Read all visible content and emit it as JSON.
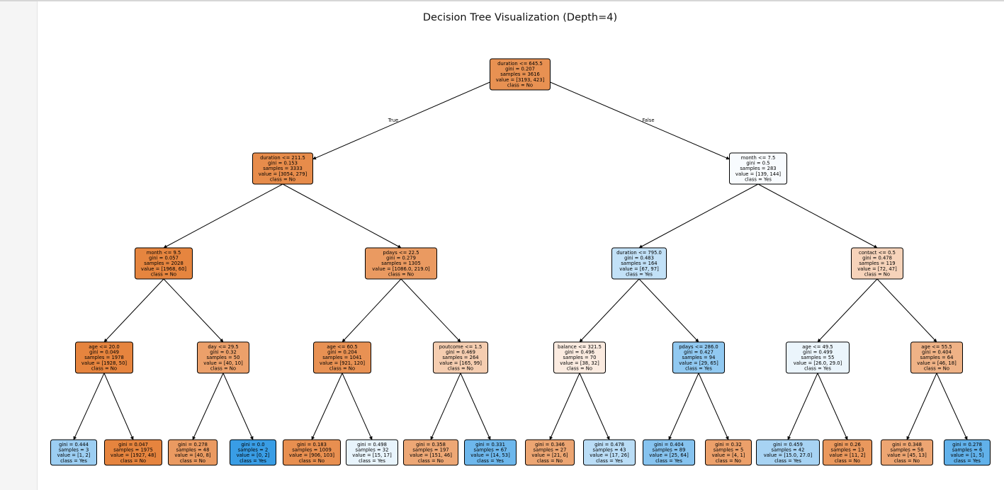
{
  "title": "Decision Tree Visualization (Depth=4)",
  "colors": {
    "orange": "#e58139",
    "blue": "#399de5",
    "edge": "#000000"
  },
  "edge_labels": {
    "true_label": "True",
    "false_label": "False"
  },
  "nodes": [
    {
      "id": "n0",
      "lines": [
        "duration <= 645.5",
        "gini = 0.207",
        "samples = 3616",
        "value = [3193, 423]",
        "class = No"
      ],
      "fill": "#e89152"
    },
    {
      "id": "n1",
      "lines": [
        "duration <= 211.5",
        "gini = 0.153",
        "samples = 3333",
        "value = [3054, 279]",
        "class = No"
      ],
      "fill": "#e78c4b"
    },
    {
      "id": "n2",
      "lines": [
        "month <= 9.5",
        "gini = 0.057",
        "samples = 2028",
        "value = [1968, 60]",
        "class = No"
      ],
      "fill": "#e6853f"
    },
    {
      "id": "n3",
      "lines": [
        "age <= 20.0",
        "gini = 0.049",
        "samples = 1978",
        "value = [1928, 50]",
        "class = No"
      ],
      "fill": "#e6843e"
    },
    {
      "id": "n4",
      "lines": [
        "gini = 0.444",
        "samples = 3",
        "value = [1, 2]",
        "class = Yes"
      ],
      "fill": "#9ccef2"
    },
    {
      "id": "n5",
      "lines": [
        "gini = 0.047",
        "samples = 1975",
        "value = [1927, 48]",
        "class = No"
      ],
      "fill": "#e6843e"
    },
    {
      "id": "n6",
      "lines": [
        "day <= 29.5",
        "gini = 0.32",
        "samples = 50",
        "value = [40, 10]",
        "class = No"
      ],
      "fill": "#eca06a"
    },
    {
      "id": "n7",
      "lines": [
        "gini = 0.278",
        "samples = 48",
        "value = [40, 8]",
        "class = No"
      ],
      "fill": "#ea9a61"
    },
    {
      "id": "n8",
      "lines": [
        "gini = 0.0",
        "samples = 2",
        "value = [0, 2]",
        "class = Yes"
      ],
      "fill": "#399de5"
    },
    {
      "id": "n9",
      "lines": [
        "pdays <= 22.5",
        "gini = 0.279",
        "samples = 1305",
        "value = [1086.0, 219.0]",
        "class = No"
      ],
      "fill": "#ea9a61"
    },
    {
      "id": "n10",
      "lines": [
        "age <= 60.5",
        "gini = 0.204",
        "samples = 1041",
        "value = [921, 120]",
        "class = No"
      ],
      "fill": "#e89153"
    },
    {
      "id": "n11",
      "lines": [
        "gini = 0.183",
        "samples = 1009",
        "value = [906, 103]",
        "class = No"
      ],
      "fill": "#e88f50"
    },
    {
      "id": "n12",
      "lines": [
        "gini = 0.498",
        "samples = 32",
        "value = [15, 17]",
        "class = Yes"
      ],
      "fill": "#e8f4fc"
    },
    {
      "id": "n13",
      "lines": [
        "poutcome <= 1.5",
        "gini = 0.469",
        "samples = 264",
        "value = [165, 99]",
        "class = No"
      ],
      "fill": "#f5cdb0"
    },
    {
      "id": "n14",
      "lines": [
        "gini = 0.358",
        "samples = 197",
        "value = [151, 46]",
        "class = No"
      ],
      "fill": "#eda775"
    },
    {
      "id": "n15",
      "lines": [
        "gini = 0.331",
        "samples = 67",
        "value = [14, 53]",
        "class = Yes"
      ],
      "fill": "#6db7ec"
    },
    {
      "id": "n16",
      "lines": [
        "month <= 7.5",
        "gini = 0.5",
        "samples = 283",
        "value = [139, 144]",
        "class = Yes"
      ],
      "fill": "#f8fbfe"
    },
    {
      "id": "n17",
      "lines": [
        "duration <= 795.0",
        "gini = 0.483",
        "samples = 164",
        "value = [67, 97]",
        "class = Yes"
      ],
      "fill": "#c2e1f7"
    },
    {
      "id": "n18",
      "lines": [
        "balance <= 321.5",
        "gini = 0.496",
        "samples = 70",
        "value = [38, 32]",
        "class = No"
      ],
      "fill": "#fbebe0"
    },
    {
      "id": "n19",
      "lines": [
        "gini = 0.346",
        "samples = 27",
        "value = [21, 6]",
        "class = No"
      ],
      "fill": "#eca572"
    },
    {
      "id": "n20",
      "lines": [
        "gini = 0.478",
        "samples = 43",
        "value = [17, 26]",
        "class = Yes"
      ],
      "fill": "#baddf6"
    },
    {
      "id": "n21",
      "lines": [
        "pdays <= 286.0",
        "gini = 0.427",
        "samples = 94",
        "value = [29, 65]",
        "class = Yes"
      ],
      "fill": "#91c9f1"
    },
    {
      "id": "n22",
      "lines": [
        "gini = 0.404",
        "samples = 89",
        "value = [25, 64]",
        "class = Yes"
      ],
      "fill": "#86c3ef"
    },
    {
      "id": "n23",
      "lines": [
        "gini = 0.32",
        "samples = 5",
        "value = [4, 1]",
        "class = No"
      ],
      "fill": "#eca06a"
    },
    {
      "id": "n24",
      "lines": [
        "contact <= 0.5",
        "gini = 0.478",
        "samples = 119",
        "value = [72, 47]",
        "class = No"
      ],
      "fill": "#f6d3ba"
    },
    {
      "id": "n25",
      "lines": [
        "age <= 49.5",
        "gini = 0.499",
        "samples = 55",
        "value = [26.0, 29.0]",
        "class = Yes"
      ],
      "fill": "#ebf5fc"
    },
    {
      "id": "n26",
      "lines": [
        "gini = 0.459",
        "samples = 42",
        "value = [15.0, 27.0]",
        "class = Yes"
      ],
      "fill": "#a7d3f3"
    },
    {
      "id": "n27",
      "lines": [
        "gini = 0.26",
        "samples = 13",
        "value = [11, 2]",
        "class = No"
      ],
      "fill": "#ea985d"
    },
    {
      "id": "n28",
      "lines": [
        "age <= 55.5",
        "gini = 0.404",
        "samples = 64",
        "value = [46, 18]",
        "class = No"
      ],
      "fill": "#efb286"
    },
    {
      "id": "n29",
      "lines": [
        "gini = 0.348",
        "samples = 58",
        "value = [45, 13]",
        "class = No"
      ],
      "fill": "#eda572"
    },
    {
      "id": "n30",
      "lines": [
        "gini = 0.278",
        "samples = 6",
        "value = [1, 5]",
        "class = Yes"
      ],
      "fill": "#61b1ea"
    }
  ],
  "edges": [
    [
      "n0",
      "n1"
    ],
    [
      "n0",
      "n16"
    ],
    [
      "n1",
      "n2"
    ],
    [
      "n1",
      "n9"
    ],
    [
      "n2",
      "n3"
    ],
    [
      "n2",
      "n6"
    ],
    [
      "n3",
      "n4"
    ],
    [
      "n3",
      "n5"
    ],
    [
      "n6",
      "n7"
    ],
    [
      "n6",
      "n8"
    ],
    [
      "n9",
      "n10"
    ],
    [
      "n9",
      "n13"
    ],
    [
      "n10",
      "n11"
    ],
    [
      "n10",
      "n12"
    ],
    [
      "n13",
      "n14"
    ],
    [
      "n13",
      "n15"
    ],
    [
      "n16",
      "n17"
    ],
    [
      "n16",
      "n24"
    ],
    [
      "n17",
      "n18"
    ],
    [
      "n17",
      "n21"
    ],
    [
      "n18",
      "n19"
    ],
    [
      "n18",
      "n20"
    ],
    [
      "n21",
      "n22"
    ],
    [
      "n21",
      "n23"
    ],
    [
      "n24",
      "n25"
    ],
    [
      "n24",
      "n28"
    ],
    [
      "n25",
      "n26"
    ],
    [
      "n25",
      "n27"
    ],
    [
      "n28",
      "n29"
    ],
    [
      "n28",
      "n30"
    ]
  ]
}
